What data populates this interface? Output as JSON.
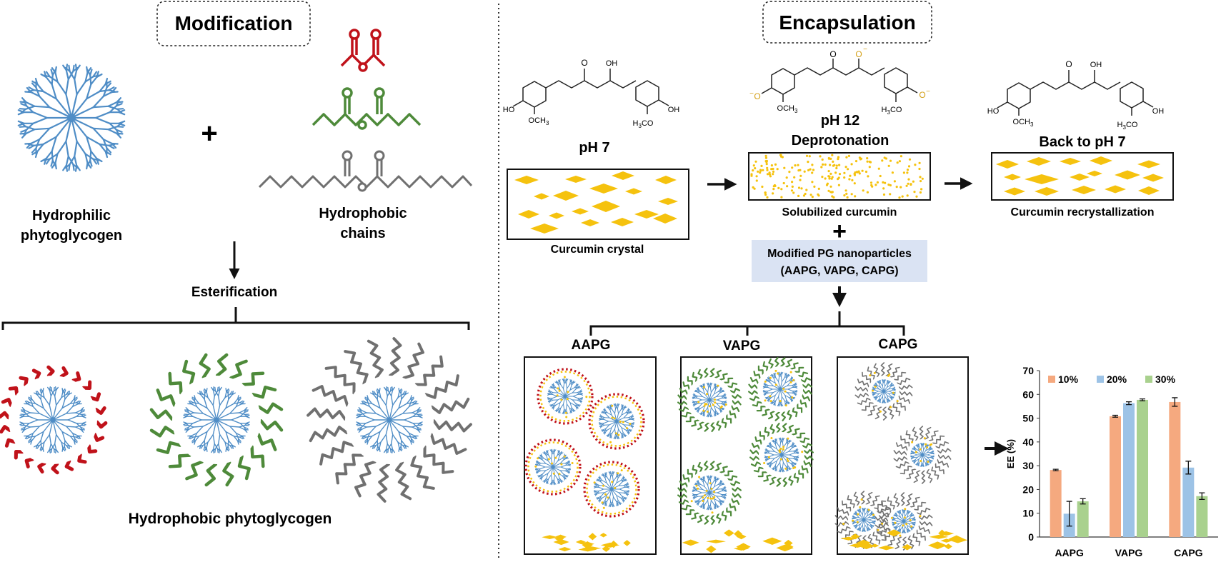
{
  "colors": {
    "phytoglycogen_blue": "#4f8dc6",
    "acetic_red": "#c0121a",
    "valeric_green": "#4e8a3a",
    "caprylic_gray": "#707070",
    "curcumin_yellow": "#f5c20e",
    "oxygen_orange": "#d4a017",
    "bar_10": "#f5a97f",
    "bar_20": "#9dc3e6",
    "bar_30": "#a9d18e",
    "pg_box_fill": "#dae3f3"
  },
  "modification": {
    "title": "Modification",
    "hydrophilic_label_line1": "Hydrophilic",
    "hydrophilic_label_line2": "phytoglycogen",
    "plus": "+",
    "hydrophobic_label_line1": "Hydrophobic",
    "hydrophobic_label_line2": "chains",
    "step_label": "Esterification",
    "result_label": "Hydrophobic phytoglycogen"
  },
  "encapsulation": {
    "title": "Encapsulation",
    "ph7_label": "pH 7",
    "ph12_label": "pH 12",
    "deprotonation_label": "Deprotonation",
    "back_ph7_label": "Back to pH 7",
    "crystal_caption": "Curcumin crystal",
    "solubilized_caption": "Solubilized curcumin",
    "recrystallization_caption": "Curcumin recrystallization",
    "plus": "+",
    "pg_line1": "Modified PG nanoparticles",
    "pg_line2": "(AAPG, VAPG, CAPG)",
    "groups": [
      "AAPG",
      "VAPG",
      "CAPG"
    ]
  },
  "molecule_labels": {
    "o": "O",
    "oh": "OH",
    "o_minus": "O",
    "minus": "−",
    "och3": "OCH",
    "h3co": "H",
    "ho": "HO"
  },
  "chart_data": {
    "type": "bar",
    "categories": [
      "AAPG",
      "VAPG",
      "CAPG"
    ],
    "series": [
      {
        "name": "10%",
        "values": [
          28.2,
          50.8,
          56.8
        ],
        "errors": [
          0.3,
          0.4,
          1.8
        ]
      },
      {
        "name": "20%",
        "values": [
          9.8,
          56.3,
          29.2
        ],
        "errors": [
          5.2,
          0.6,
          2.7
        ]
      },
      {
        "name": "30%",
        "values": [
          15.0,
          57.7,
          17.2
        ],
        "errors": [
          1.1,
          0.4,
          1.4
        ]
      }
    ],
    "ylabel": "EE (%)",
    "xlabel": "",
    "ylim": [
      0,
      70
    ],
    "yticks": [
      "0",
      "10",
      "20",
      "30",
      "40",
      "50",
      "60",
      "70"
    ],
    "grid": false,
    "legend": "top"
  }
}
